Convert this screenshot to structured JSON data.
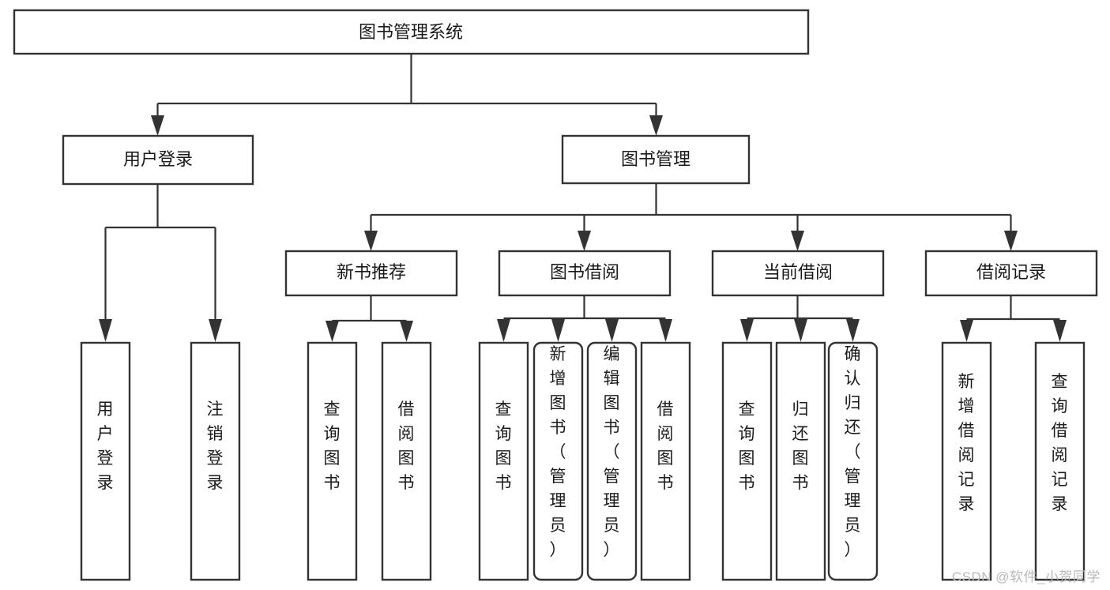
{
  "diagram": {
    "type": "tree-hierarchy",
    "orientation": "top-down",
    "root": {
      "id": "root",
      "label": "图书管理系统"
    },
    "level1": [
      {
        "id": "user-login",
        "label": "用户登录"
      },
      {
        "id": "book-manage",
        "label": "图书管理"
      }
    ],
    "level2": [
      {
        "id": "new-book-recommend",
        "label": "新书推荐",
        "parent": "book-manage"
      },
      {
        "id": "book-borrow",
        "label": "图书借阅",
        "parent": "book-manage"
      },
      {
        "id": "current-borrow",
        "label": "当前借阅",
        "parent": "book-manage"
      },
      {
        "id": "borrow-record",
        "label": "借阅记录",
        "parent": "book-manage"
      }
    ],
    "leaves": [
      {
        "id": "leaf-user-login",
        "label": "用户登录",
        "parent": "user-login",
        "rounded": false
      },
      {
        "id": "leaf-user-logout",
        "label": "注销登录",
        "parent": "user-login",
        "rounded": false
      },
      {
        "id": "leaf-query-book-1",
        "label": "查询图书",
        "parent": "new-book-recommend",
        "rounded": false
      },
      {
        "id": "leaf-borrow-book-1",
        "label": "借阅图书",
        "parent": "new-book-recommend",
        "rounded": false
      },
      {
        "id": "leaf-query-book-2",
        "label": "查询图书",
        "parent": "book-borrow",
        "rounded": false
      },
      {
        "id": "leaf-add-book",
        "label": "新增图书（管理员）",
        "parent": "book-borrow",
        "rounded": true
      },
      {
        "id": "leaf-edit-book",
        "label": "编辑图书（管理员）",
        "parent": "book-borrow",
        "rounded": true
      },
      {
        "id": "leaf-borrow-book-2",
        "label": "借阅图书",
        "parent": "book-borrow",
        "rounded": false
      },
      {
        "id": "leaf-query-book-3",
        "label": "查询图书",
        "parent": "current-borrow",
        "rounded": false
      },
      {
        "id": "leaf-return-book",
        "label": "归还图书",
        "parent": "current-borrow",
        "rounded": false
      },
      {
        "id": "leaf-confirm-return",
        "label": "确认归还（管理员）",
        "parent": "current-borrow",
        "rounded": true
      },
      {
        "id": "leaf-add-record",
        "label": "新增借阅记录",
        "parent": "borrow-record",
        "rounded": false
      },
      {
        "id": "leaf-query-record",
        "label": "查询借阅记录",
        "parent": "borrow-record",
        "rounded": false
      }
    ],
    "colors": {
      "stroke": "#333333",
      "fill": "#ffffff",
      "text": "#1a1a1a",
      "background": "#ffffff",
      "watermark": "#b9b9b9"
    }
  },
  "watermark": {
    "text": "CSDN @软件_小贺同学"
  }
}
